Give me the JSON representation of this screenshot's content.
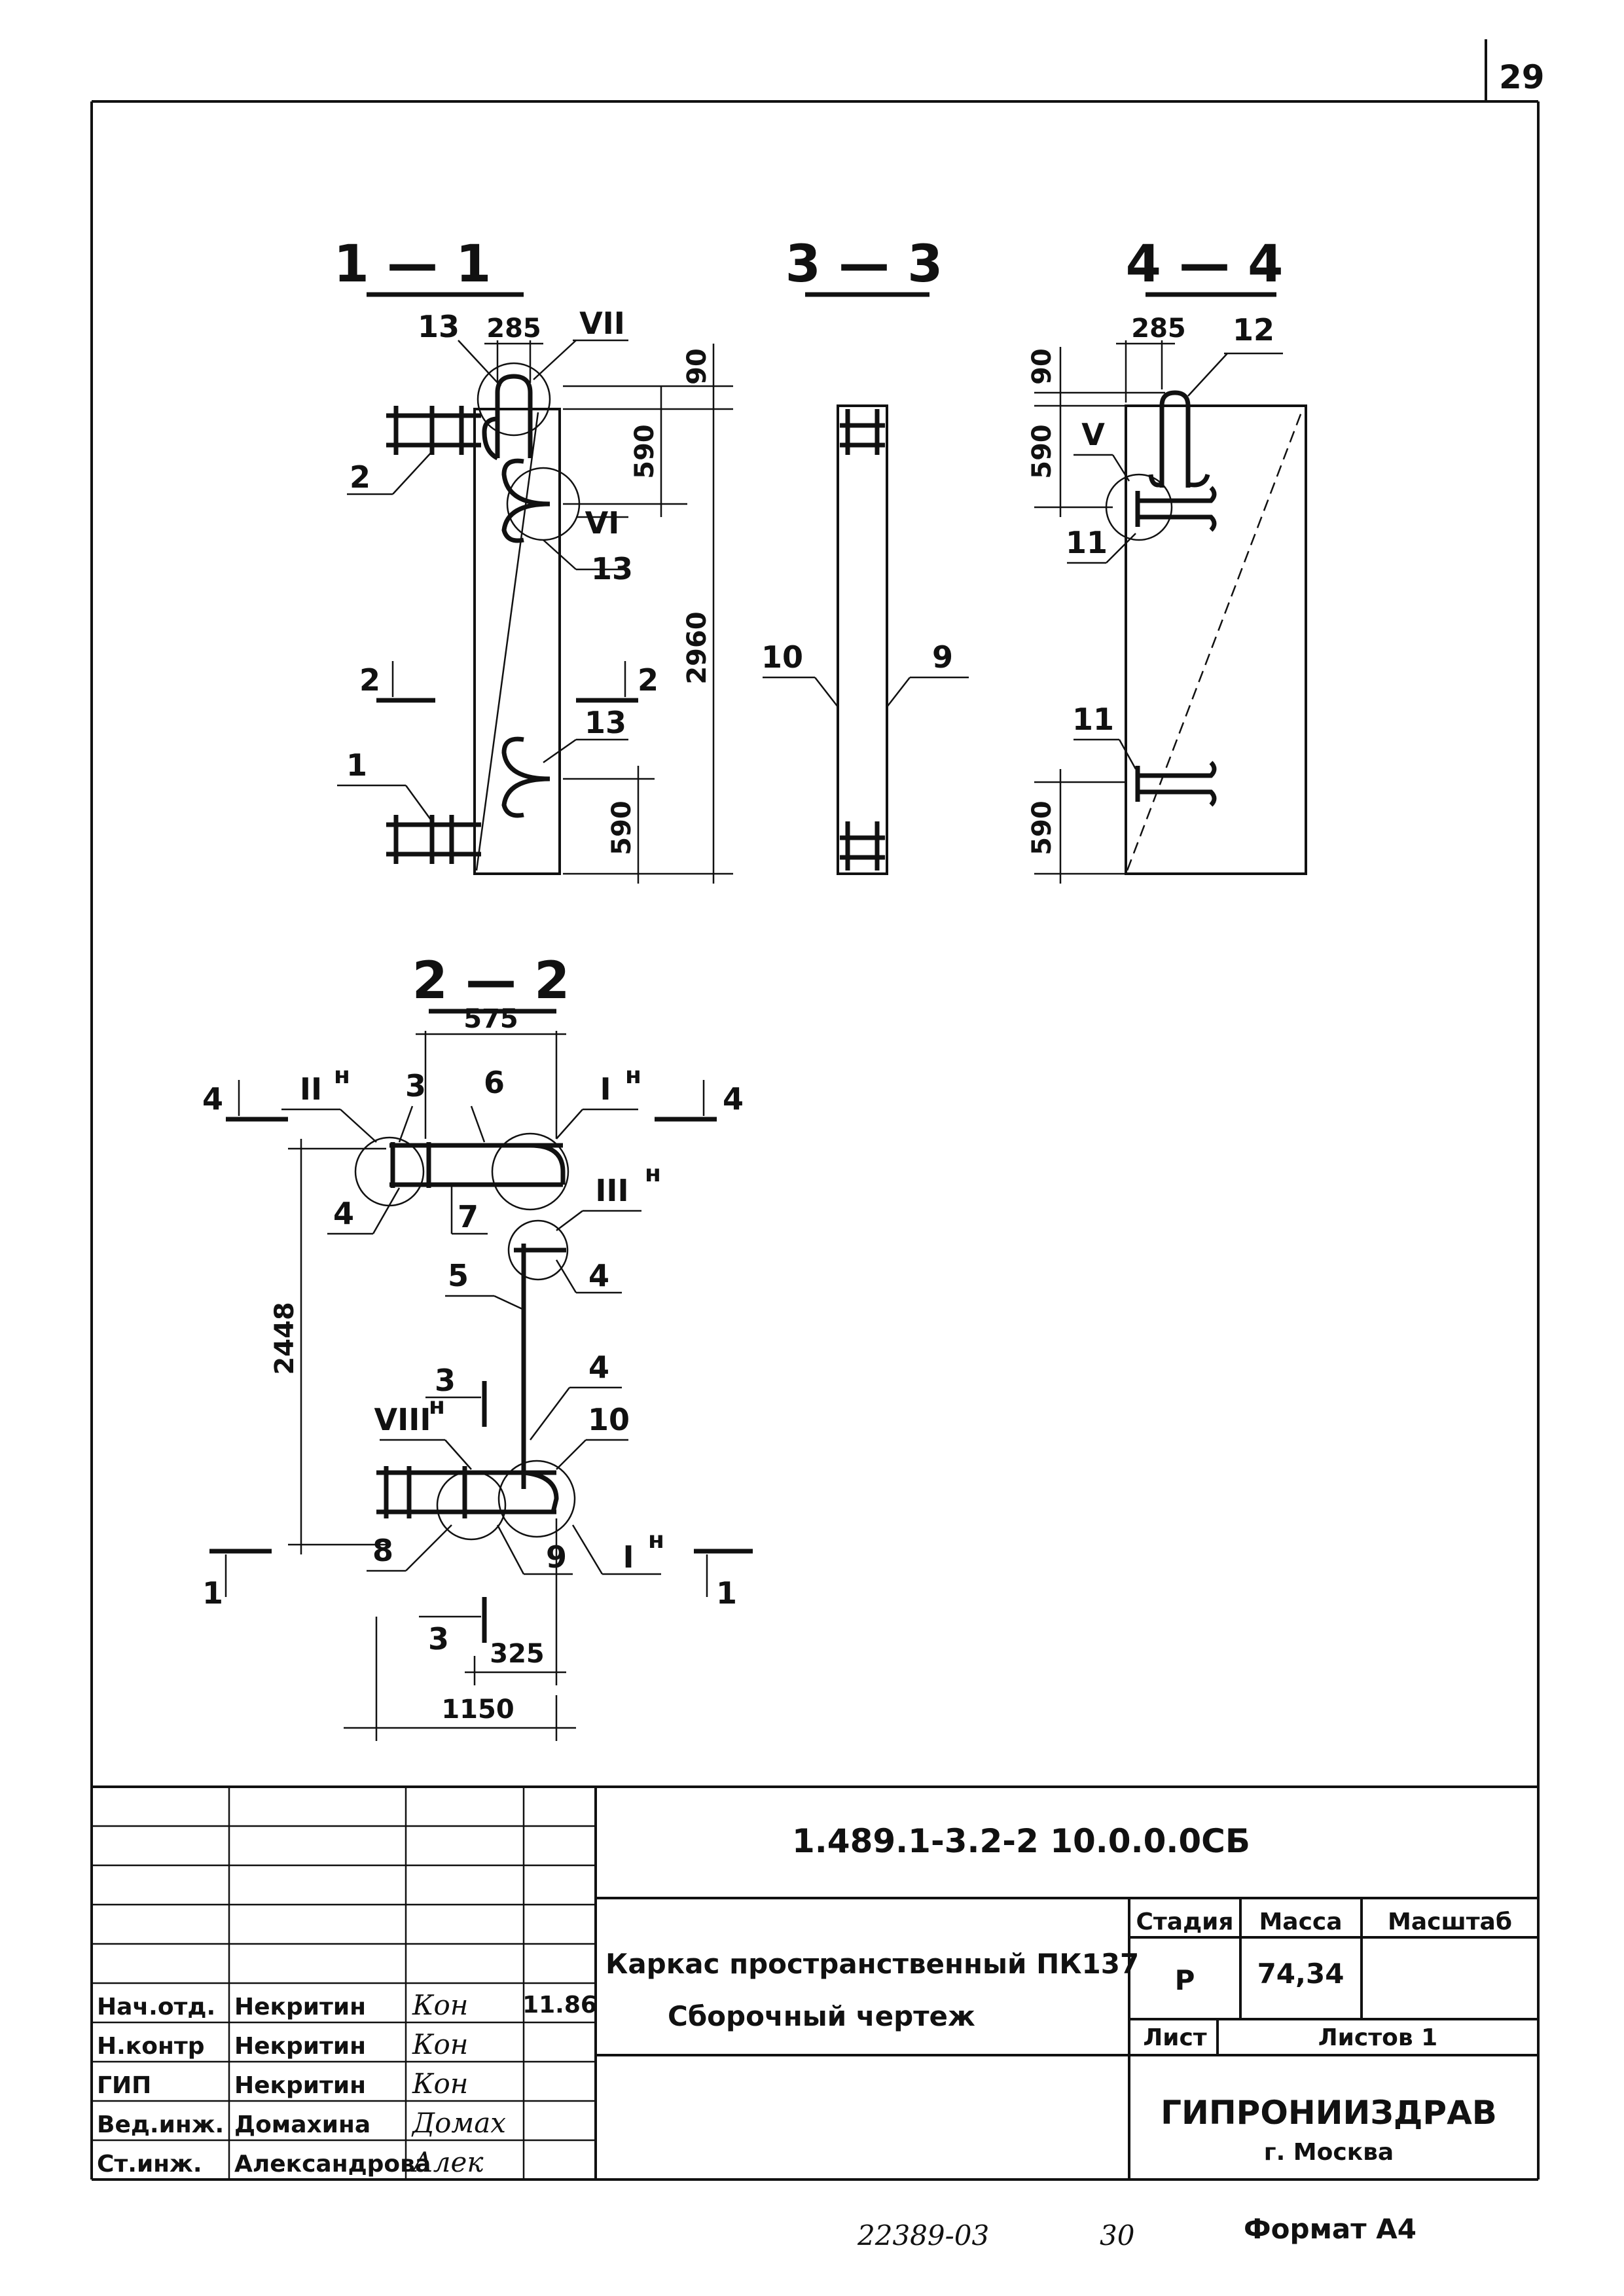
{
  "page_number": "29",
  "sections": {
    "s11": "1 — 1",
    "s33": "3 — 3",
    "s44": "4 — 4",
    "s22": "2 — 2"
  },
  "section_1_1": {
    "d285": "285",
    "d90": "90",
    "d590a": "590",
    "d2960": "2960",
    "d590b": "590",
    "m13a": "13",
    "mVII": "VII",
    "m2": "2",
    "mVI": "VI",
    "m13b": "13",
    "c2l": "2",
    "c2r": "2",
    "m13c": "13",
    "m1": "1"
  },
  "section_3_3": {
    "m10": "10",
    "m9": "9"
  },
  "section_4_4": {
    "d285": "285",
    "d90": "90",
    "d590a": "590",
    "d590b": "590",
    "m12": "12",
    "mV": "V",
    "m11a": "11",
    "m11b": "11"
  },
  "section_2_2": {
    "d575": "575",
    "d2448": "2448",
    "d325": "325",
    "d1150": "1150",
    "cut4l": "4",
    "cut4r": "4",
    "cut1l": "1",
    "cut1r": "1",
    "cut3t": "3",
    "cut3b": "3",
    "mIIn": "II",
    "sup_n": "н",
    "m3": "3",
    "m6": "6",
    "mIn": "I",
    "m4a": "4",
    "m7": "7",
    "mIIIn": "III",
    "m4b": "4",
    "m5": "5",
    "m4c": "4",
    "mVIIIn": "VIII",
    "m10": "10",
    "m8": "8",
    "m9": "9",
    "mIn2": "I"
  },
  "title_block": {
    "doc_code": "1.489.1-3.2-2  10.0.0.0СБ",
    "title_line1": "Каркас пространственный ПК137",
    "title_line2": "Сборочный чертеж",
    "h_stage": "Стадия",
    "h_mass": "Масса",
    "h_scale": "Масштаб",
    "stage": "Р",
    "mass": "74,34",
    "sheet_label": "Лист",
    "sheets_label": "Листов 1",
    "org": "ГИПРОНИИЗДРАВ",
    "city": "г. Москва",
    "date": "11.86",
    "rows": [
      {
        "role": "Нач.отд.",
        "name": "Некритин",
        "sig": "Кон"
      },
      {
        "role": "Н.контр",
        "name": "Некритин",
        "sig": "Кон"
      },
      {
        "role": "ГИП",
        "name": "Некритин",
        "sig": "Кон"
      },
      {
        "role": "Вед.инж.",
        "name": "Домахина",
        "sig": "Домах"
      },
      {
        "role": "Ст.инж.",
        "name": "Александрова",
        "sig": "Алек"
      }
    ]
  },
  "footer": {
    "inv": "22389-03",
    "num": "30",
    "format": "Формат А4"
  }
}
